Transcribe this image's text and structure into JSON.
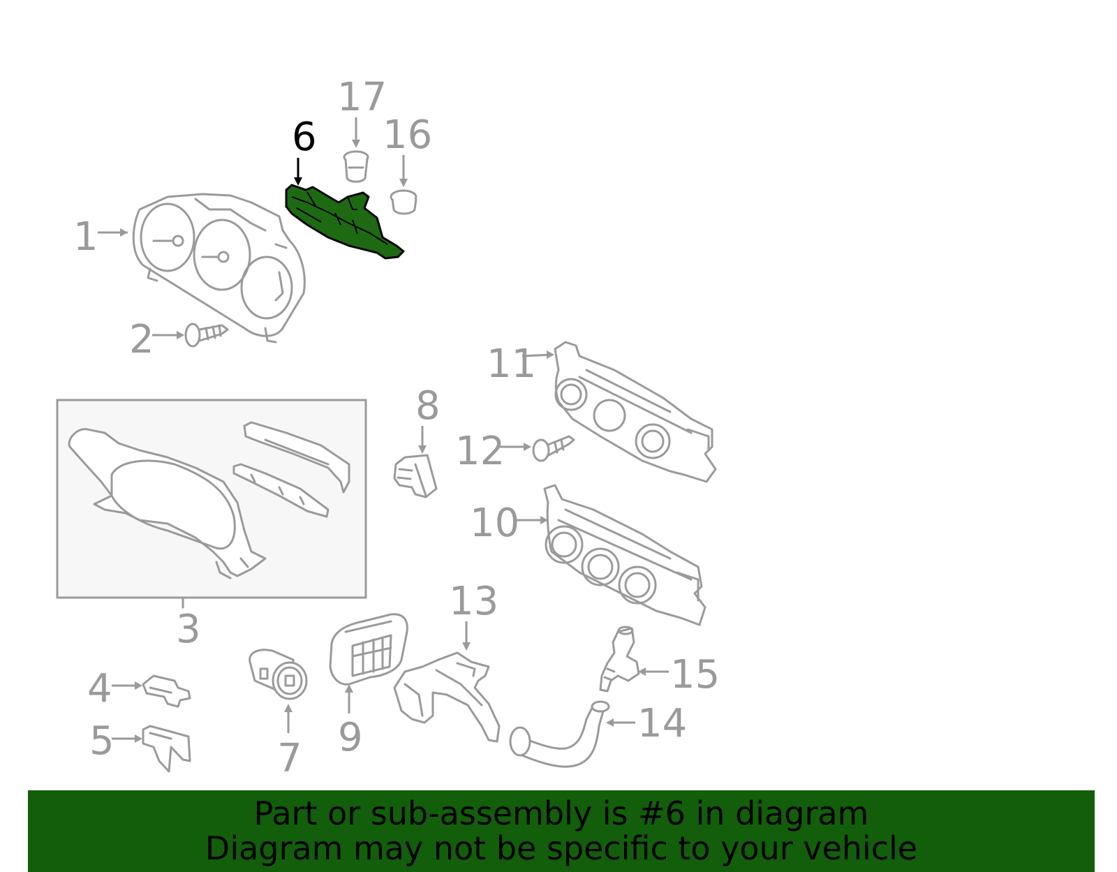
{
  "callouts": {
    "c1": "1",
    "c2": "2",
    "c3": "3",
    "c4": "4",
    "c5": "5",
    "c6": "6",
    "c7": "7",
    "c8": "8",
    "c9": "9",
    "c10": "10",
    "c11": "11",
    "c12": "12",
    "c13": "13",
    "c14": "14",
    "c15": "15",
    "c16": "16",
    "c17": "17"
  },
  "highlighted_part": "6",
  "colors": {
    "highlight_fill": "#1d6a12",
    "banner_background": "#125e0b",
    "line_gray": "#9a9a9a",
    "active_label": "#000000"
  },
  "banner": {
    "line1": "Part or sub-assembly is #6 in diagram",
    "line2": "Diagram may not be specific to your vehicle"
  }
}
